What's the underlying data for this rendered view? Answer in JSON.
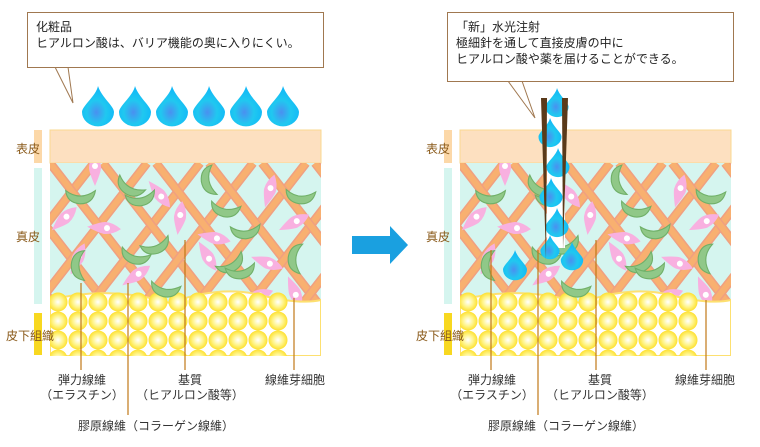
{
  "left_panel": {
    "callout": {
      "title": "化粧品",
      "text": "ヒアルロン酸は、バリア機能の奥に入りにくい。"
    }
  },
  "right_panel": {
    "callout": {
      "title": "「新」水光注射",
      "line1": "極細針を通して直接皮膚の中に",
      "line2": "ヒアルロン酸や薬を届けることができる。"
    }
  },
  "layers": {
    "epidermis": "表皮",
    "dermis": "真皮",
    "subcutaneous": "皮下組織"
  },
  "labels": {
    "elastic": "弾力線維",
    "elastic_sub": "（エラスチン）",
    "matrix": "基質",
    "matrix_sub": "（ヒアルロン酸等）",
    "fibroblast": "線維芽細胞",
    "collagen": "膠原線維（コラーゲン線維）"
  },
  "colors": {
    "epidermis": "#fde0c0",
    "dermis": "#d5f5ef",
    "fiber": "#f8b070",
    "fat": "#fde84a",
    "drop": "#20c8f0",
    "cell": "#f8b0e0",
    "elastin": "#90c888",
    "arrow": "#1aa0e0",
    "needle": "#5a3a1a"
  }
}
